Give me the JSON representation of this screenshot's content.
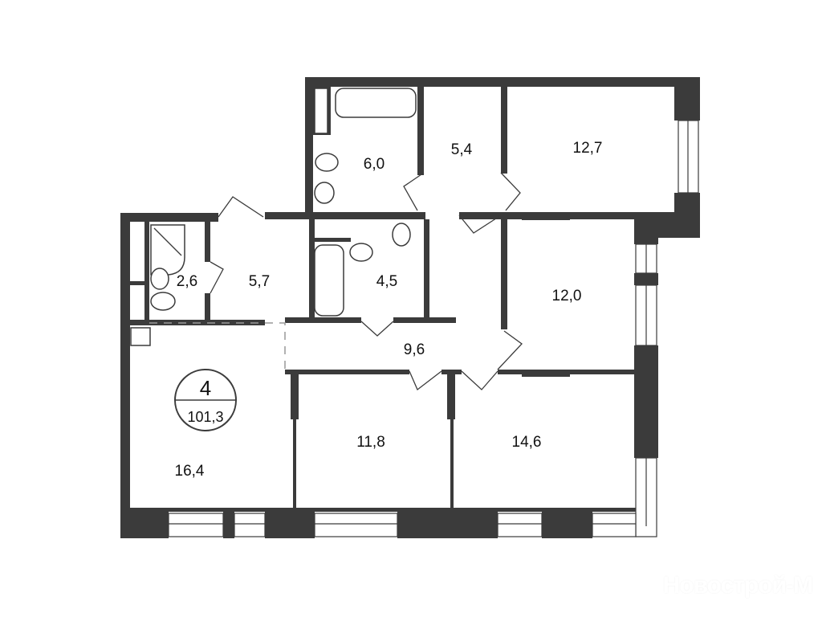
{
  "plan": {
    "rooms_count": "4",
    "total_area": "101,3",
    "rooms": [
      {
        "id": "bathroom-top",
        "area": "6,0"
      },
      {
        "id": "closet-top",
        "area": "5,4"
      },
      {
        "id": "bedroom-top-right",
        "area": "12,7"
      },
      {
        "id": "shower-room",
        "area": "2,6"
      },
      {
        "id": "entry-hall",
        "area": "5,7"
      },
      {
        "id": "bathroom-middle",
        "area": "4,5"
      },
      {
        "id": "bedroom-right",
        "area": "12,0"
      },
      {
        "id": "corridor",
        "area": "9,6"
      },
      {
        "id": "kitchen-living",
        "area": "16,4"
      },
      {
        "id": "bedroom-bottom-middle",
        "area": "11,8"
      },
      {
        "id": "bedroom-bottom-right",
        "area": "14,6"
      }
    ]
  },
  "watermark": "Новострой-М",
  "colors": {
    "wall": "#3b3b3b",
    "background": "#ffffff"
  }
}
